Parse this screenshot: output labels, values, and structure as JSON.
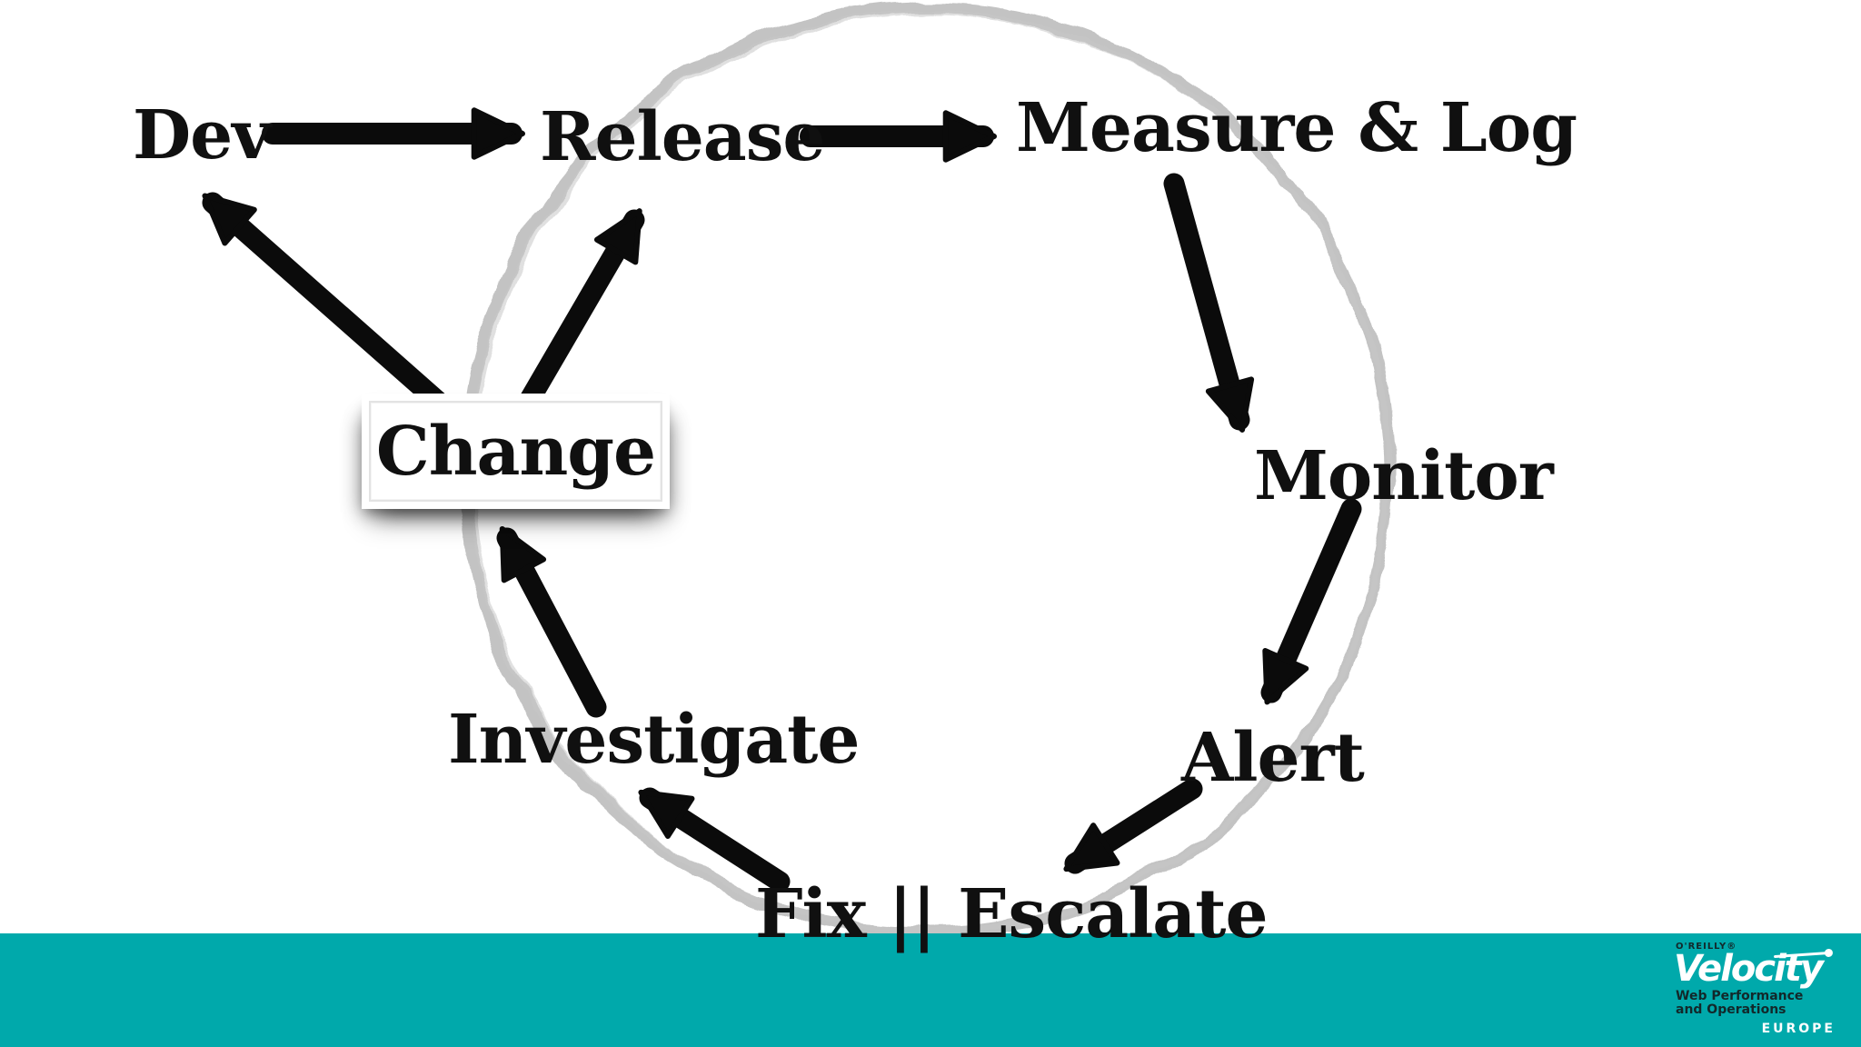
{
  "slide": {
    "background": "#ffffff",
    "text_color": "#101010",
    "circle_color": "#b9b9b9",
    "arrow_color": "#0b0b0b"
  },
  "cycle": {
    "nodes": [
      {
        "id": "dev",
        "label": "Dev"
      },
      {
        "id": "release",
        "label": "Release"
      },
      {
        "id": "measure_log",
        "label": "Measure & Log"
      },
      {
        "id": "monitor",
        "label": "Monitor"
      },
      {
        "id": "alert",
        "label": "Alert"
      },
      {
        "id": "fix_escalate",
        "label": "Fix || Escalate"
      },
      {
        "id": "investigate",
        "label": "Investigate"
      },
      {
        "id": "change",
        "label": "Change"
      }
    ],
    "edges": [
      {
        "from": "Dev",
        "to": "Release"
      },
      {
        "from": "Release",
        "to": "Measure & Log"
      },
      {
        "from": "Measure & Log",
        "to": "Monitor"
      },
      {
        "from": "Monitor",
        "to": "Alert"
      },
      {
        "from": "Alert",
        "to": "Fix || Escalate"
      },
      {
        "from": "Fix || Escalate",
        "to": "Investigate"
      },
      {
        "from": "Investigate",
        "to": "Change"
      },
      {
        "from": "Change",
        "to": "Dev"
      },
      {
        "from": "Change",
        "to": "Release"
      }
    ]
  },
  "footer": {
    "band_color": "#00a9ab",
    "logo": {
      "publisher": "O'REILLY®",
      "brand": "Velocity",
      "tagline_line1": "Web Performance",
      "tagline_line2": "and Operations",
      "region": "EUROPE"
    }
  }
}
